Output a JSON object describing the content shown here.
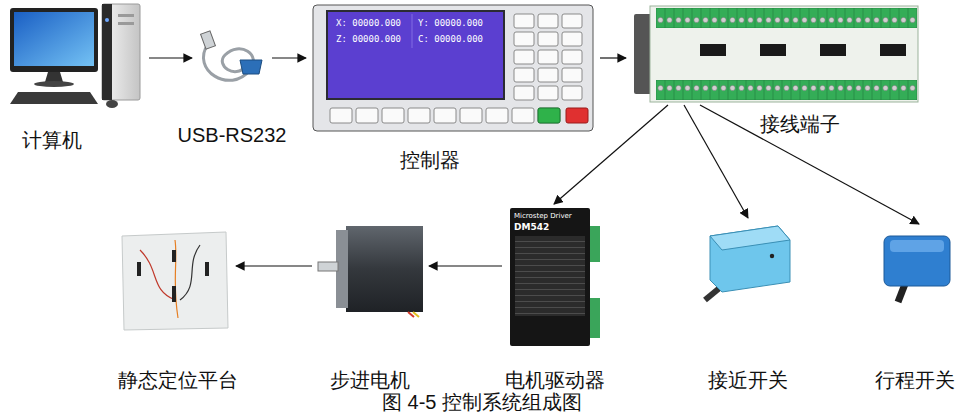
{
  "diagram": {
    "caption": "图 4-5 控制系统组成图",
    "nodes": [
      {
        "text": [
          "计算机"
        ]
      },
      {
        "text": [
          "USB-RS232"
        ]
      },
      {
        "text": [
          "控制器"
        ]
      },
      {
        "text": [
          "接线端子"
        ]
      },
      {
        "text": [
          "静态定位平台"
        ]
      },
      {
        "text": [
          "步进电机"
        ]
      },
      {
        "text": [
          "电机驱动器"
        ]
      },
      {
        "text": [
          "接近开关"
        ]
      },
      {
        "text": [
          "行程开关"
        ]
      }
    ],
    "edges": [
      {
        "from": 0,
        "to": 1,
        "arrow": "to"
      },
      {
        "from": 1,
        "to": 2,
        "arrow": "to"
      },
      {
        "from": 2,
        "to": 3,
        "arrow": "to"
      },
      {
        "from": 3,
        "to": 6,
        "arrow": "to"
      },
      {
        "from": 3,
        "to": 7,
        "arrow": "to"
      },
      {
        "from": 3,
        "to": 8,
        "arrow": "to"
      },
      {
        "from": 6,
        "to": 5,
        "arrow": "to"
      },
      {
        "from": 5,
        "to": 4,
        "arrow": "to"
      }
    ],
    "labels": [
      "X: 00000.000",
      "Y: 00000.000",
      "Z: 00000.000",
      "C: 00000.000",
      "Microstep Driver",
      "DM542"
    ]
  }
}
